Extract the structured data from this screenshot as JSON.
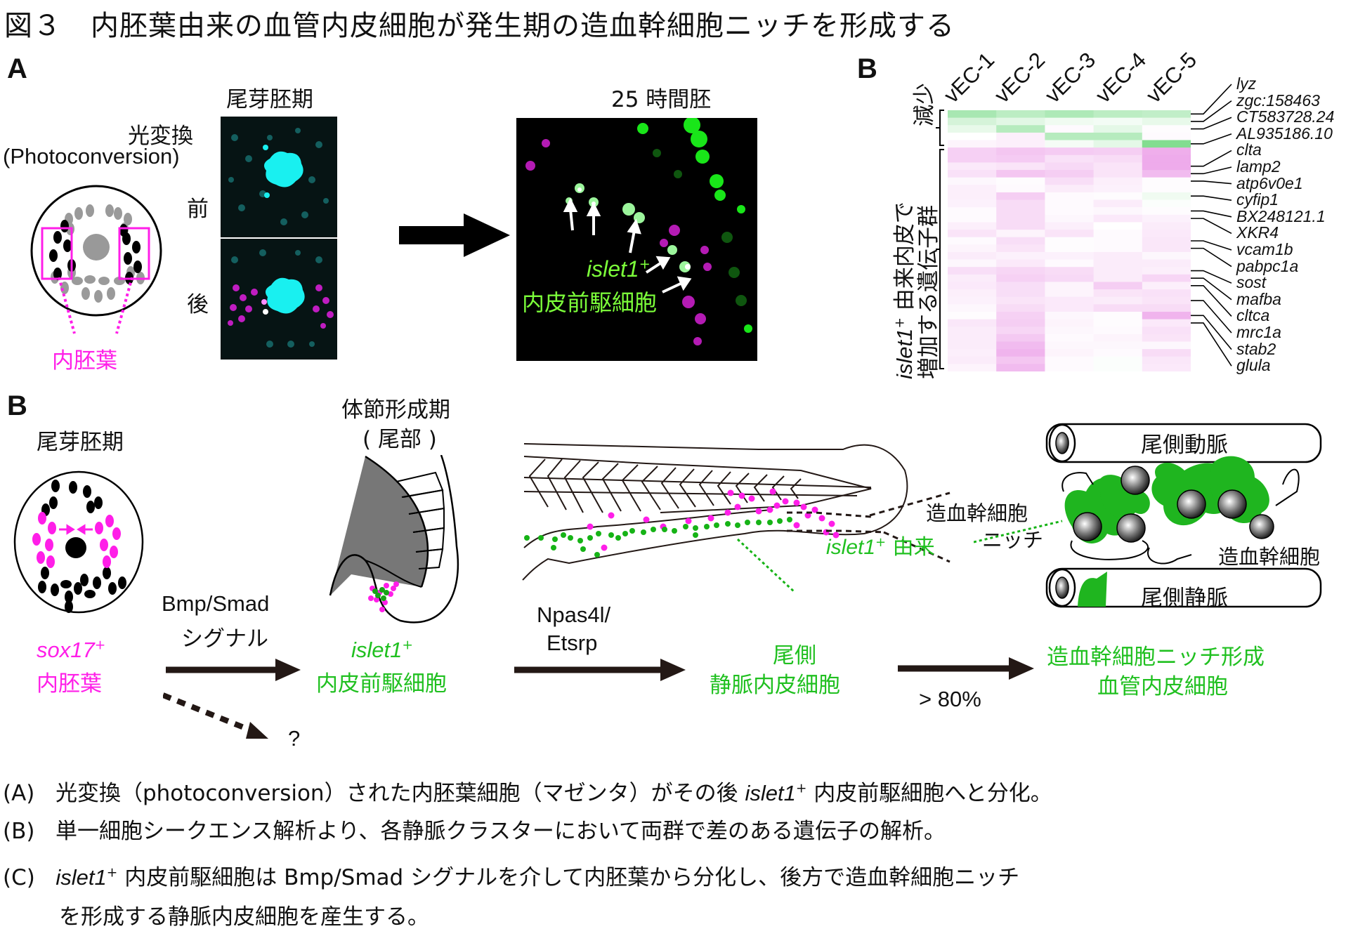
{
  "figure": {
    "title": "図３　内胚葉由来の血管内皮細胞が発生期の造血幹細胞ニッチを形成する"
  },
  "panelA": {
    "letter": "A",
    "stage_tailbud": "尾芽胚期",
    "photoconversion_jp": "光変換",
    "photoconversion_en": "(Photoconversion)",
    "before": "前",
    "after": "後",
    "endoderm_label": "内胚葉",
    "stage_25h": "25 時間胚",
    "islet_label": "islet1",
    "islet_sup": "+",
    "progenitor_label": "内皮前駆細胞"
  },
  "panelB_heatmap": {
    "letter": "B",
    "columns": [
      "vEC-1",
      "vEC-2",
      "vEC-3",
      "vEC-4",
      "vEC-5"
    ],
    "group_decrease": "減少",
    "group_increase_line1_italic": "islet1",
    "group_increase_line1_sup": "+",
    "group_increase_line1_rest": " 由来内皮で",
    "group_increase_line2": "増加する遺伝子群",
    "genes": [
      "lyz",
      "zgc:158463",
      "CT583728.24",
      "AL935186.10",
      "clta",
      "lamp2",
      "atp6v0e1",
      "cyfip1",
      "BX248121.1",
      "XKR4",
      "vcam1b",
      "pabpc1a",
      "sost",
      "mafba",
      "cltca",
      "mrc1a",
      "stab2",
      "glula"
    ]
  },
  "chart_data": {
    "type": "heatmap",
    "title": "",
    "columns": [
      "vEC-1",
      "vEC-2",
      "vEC-3",
      "vEC-4",
      "vEC-5"
    ],
    "scale": "negative = green (decrease), positive = magenta (increase)",
    "rows": [
      [
        -0.45,
        -0.35,
        -0.42,
        -0.35,
        -0.32
      ],
      [
        -0.22,
        -0.15,
        -0.08,
        -0.06,
        -0.12
      ],
      [
        -0.12,
        -0.38,
        0.04,
        -0.14,
        0.02
      ],
      [
        0.0,
        0.12,
        -0.38,
        -0.38,
        0.04
      ],
      [
        0.08,
        0.12,
        -0.05,
        -0.14,
        -0.65
      ],
      [
        0.35,
        0.42,
        0.38,
        0.36,
        0.6
      ],
      [
        0.35,
        0.38,
        0.22,
        0.26,
        0.62
      ],
      [
        0.16,
        0.2,
        0.28,
        0.2,
        0.62
      ],
      [
        0.22,
        0.42,
        0.36,
        0.2,
        0.5
      ],
      [
        0.06,
        0.02,
        0.24,
        0.12,
        0.02
      ],
      [
        0.12,
        0.04,
        0.14,
        0.1,
        0.02
      ],
      [
        0.12,
        0.36,
        0.04,
        0.02,
        -0.08
      ],
      [
        0.1,
        0.26,
        0.04,
        0.14,
        -0.02
      ],
      [
        0.04,
        0.26,
        0.04,
        0.06,
        0.02
      ],
      [
        0.04,
        0.26,
        0.06,
        0.16,
        0.1
      ],
      [
        0.12,
        0.26,
        0.12,
        0.0,
        0.14
      ],
      [
        0.2,
        0.08,
        0.2,
        0.04,
        0.16
      ],
      [
        0.04,
        0.24,
        0.02,
        0.04,
        0.18
      ],
      [
        0.08,
        0.2,
        0.02,
        0.04,
        0.18
      ],
      [
        0.14,
        0.1,
        0.1,
        0.14,
        0.06
      ],
      [
        0.06,
        0.16,
        0.04,
        0.14,
        0.14
      ],
      [
        0.24,
        0.3,
        0.26,
        0.14,
        0.12
      ],
      [
        0.14,
        0.34,
        0.28,
        0.14,
        0.3
      ],
      [
        0.16,
        0.24,
        0.08,
        0.36,
        0.12
      ],
      [
        0.12,
        0.24,
        0.08,
        0.2,
        0.22
      ],
      [
        0.1,
        0.2,
        0.16,
        0.14,
        0.2
      ],
      [
        0.06,
        0.26,
        0.16,
        0.26,
        0.26
      ],
      [
        0.02,
        0.34,
        0.06,
        0.02,
        0.55
      ],
      [
        0.18,
        0.36,
        0.08,
        0.02,
        0.16
      ],
      [
        0.14,
        0.3,
        0.06,
        0.04,
        0.22
      ],
      [
        0.14,
        0.4,
        0.04,
        0.08,
        0.2
      ],
      [
        0.14,
        0.5,
        0.06,
        0.06,
        0.06
      ],
      [
        0.12,
        0.55,
        0.08,
        0.04,
        0.26
      ],
      [
        0.14,
        0.42,
        0.04,
        -0.02,
        0.18
      ],
      [
        0.08,
        0.5,
        0.04,
        -0.02,
        0.16
      ]
    ],
    "decrease_row_count": 5,
    "labeled_genes": [
      "lyz",
      "zgc:158463",
      "CT583728.24",
      "AL935186.10",
      "clta",
      "lamp2",
      "atp6v0e1",
      "cyfip1",
      "BX248121.1",
      "XKR4",
      "vcam1b",
      "pabpc1a",
      "sost",
      "mafba",
      "cltca",
      "mrc1a",
      "stab2",
      "glula"
    ]
  },
  "panelC": {
    "letter": "B",
    "stage_tailbud": "尾芽胚期",
    "sox17": "sox17",
    "sox17_sup": "+",
    "endoderm": "内胚葉",
    "bmp_line1": "Bmp/Smad",
    "bmp_line2": "シグナル",
    "question": "?",
    "somite_stage_line1": "体節形成期",
    "somite_stage_line2": "( 尾部 )",
    "islet": "islet1",
    "islet_sup": "+",
    "progenitor": "内皮前駆細胞",
    "npas_line1": "Npas4l/",
    "npas_line2": "Etsrp",
    "vein_line1": "尾側",
    "vein_line2": "静脈内皮細胞",
    "percent": "> 80%",
    "niche_result_line1": "造血幹細胞ニッチ形成",
    "niche_result_line2": "血管内皮細胞",
    "islet_derived": "islet1",
    "islet_derived_sup": "+",
    "islet_derived_rest": " 由来",
    "niche_line1": "造血幹細胞",
    "niche_line2": "ニッチ",
    "artery": "尾側動脈",
    "vein": "尾側静脈",
    "hsc": "造血幹細胞"
  },
  "captions": {
    "a_prefix": "(A)",
    "a_text1": "光変換（photoconversion）された内胚葉細胞（マゼンタ）がその後 ",
    "a_italic": "islet1",
    "a_sup": "+",
    "a_text2": " 内皮前駆細胞へと分化。",
    "b_prefix": "(B)",
    "b_text": "単一細胞シークエンス解析より、各静脈クラスターにおいて両群で差のある遺伝子の解析。",
    "c_prefix": "(C)",
    "c_italic": "islet1",
    "c_sup": "+",
    "c_text1": " 内皮前駆細胞は Bmp/Smad シグナルを介して内胚葉から分化し、後方で造血幹細胞ニッチ",
    "c_text2": "を形成する静脈内皮細胞を産生する。"
  },
  "colors": {
    "magenta": "#ff1ee8",
    "green": "#20c020",
    "bright_green": "#7cff3a",
    "cyan": "#19f0f0"
  }
}
